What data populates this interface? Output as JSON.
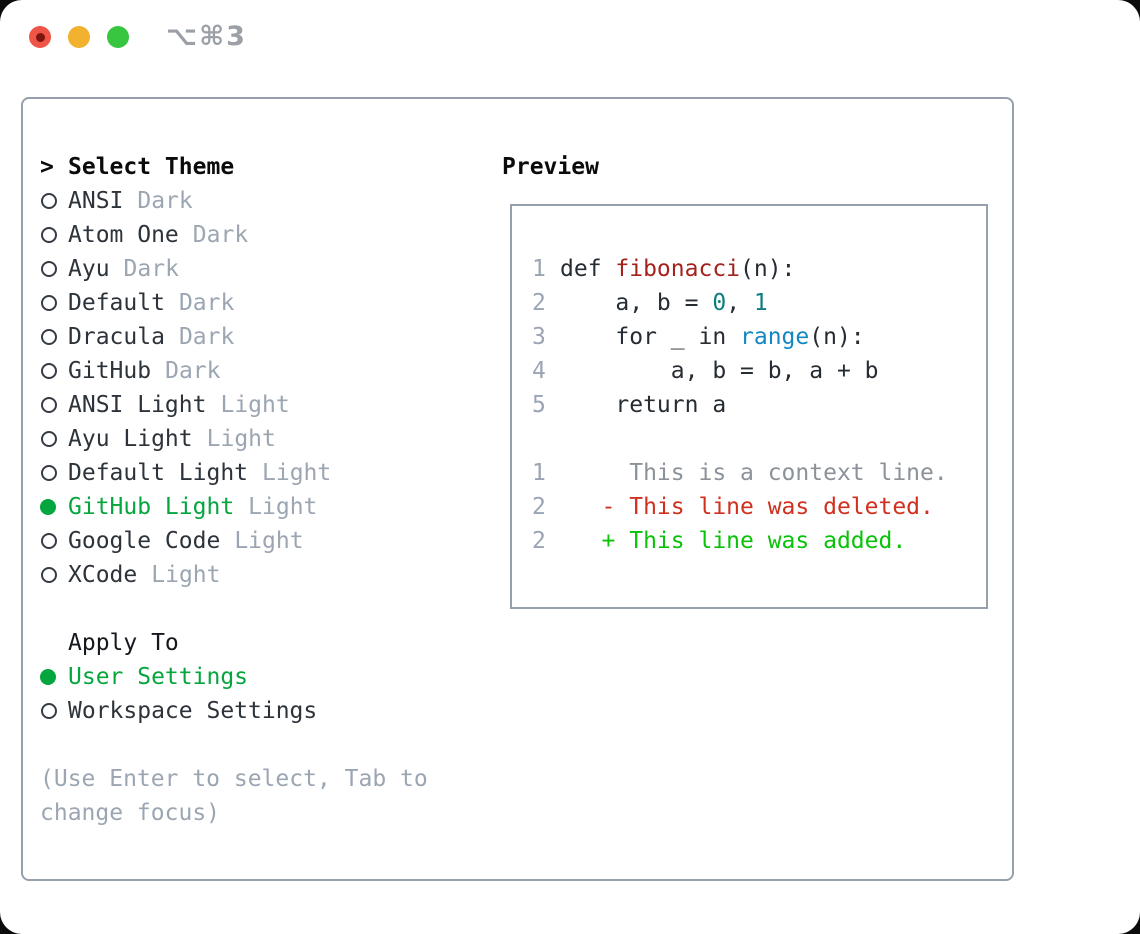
{
  "window": {
    "title": "⌥⌘3",
    "traffic_lights": [
      "close",
      "minimize",
      "zoom"
    ]
  },
  "colors": {
    "selection_green": "#06a63e",
    "muted_gray": "#9ba6b2",
    "panel_border": "#96a0ad",
    "text_primary": "#2d333a",
    "header_black": "#0b0b0b"
  },
  "picker": {
    "prompt": ">",
    "title": "Select Theme",
    "themes": [
      {
        "name": "ANSI",
        "variant": "Dark",
        "selected": false
      },
      {
        "name": "Atom One",
        "variant": "Dark",
        "selected": false
      },
      {
        "name": "Ayu",
        "variant": "Dark",
        "selected": false
      },
      {
        "name": "Default",
        "variant": "Dark",
        "selected": false
      },
      {
        "name": "Dracula",
        "variant": "Dark",
        "selected": false
      },
      {
        "name": "GitHub",
        "variant": "Dark",
        "selected": false
      },
      {
        "name": "ANSI Light",
        "variant": "Light",
        "selected": false
      },
      {
        "name": "Ayu Light",
        "variant": "Light",
        "selected": false
      },
      {
        "name": "Default Light",
        "variant": "Light",
        "selected": false
      },
      {
        "name": "GitHub Light",
        "variant": "Light",
        "selected": true
      },
      {
        "name": "Google Code",
        "variant": "Light",
        "selected": false
      },
      {
        "name": "XCode",
        "variant": "Light",
        "selected": false
      }
    ],
    "apply_to": {
      "title": "Apply To",
      "options": [
        {
          "label": "User Settings",
          "selected": true
        },
        {
          "label": "Workspace Settings",
          "selected": false
        }
      ]
    },
    "hint": "(Use Enter to select, Tab to change focus)"
  },
  "preview": {
    "title": "Preview",
    "token_colors": {
      "plain": "#262c33",
      "function": "#a3231c",
      "number": "#0e7e81",
      "builtin": "#1287c2",
      "lineno": "#9aa4b4",
      "context": "#8b9299",
      "deleted": "#d0301e",
      "added": "#0ac20a"
    },
    "lines": [
      {
        "no": "1",
        "tokens": [
          [
            "def ",
            "plain"
          ],
          [
            "fibonacci",
            "function"
          ],
          [
            "(n):",
            "plain"
          ]
        ]
      },
      {
        "no": "2",
        "tokens": [
          [
            "    a, b = ",
            "plain"
          ],
          [
            "0",
            "number"
          ],
          [
            ", ",
            "plain"
          ],
          [
            "1",
            "number"
          ]
        ]
      },
      {
        "no": "3",
        "tokens": [
          [
            "    for _ in ",
            "plain"
          ],
          [
            "range",
            "builtin"
          ],
          [
            "(n):",
            "plain"
          ]
        ]
      },
      {
        "no": "4",
        "tokens": [
          [
            "        a, b = b, a + b",
            "plain"
          ]
        ]
      },
      {
        "no": "5",
        "tokens": [
          [
            "    return a",
            "plain"
          ]
        ]
      },
      {
        "no": "",
        "tokens": []
      },
      {
        "no": "1",
        "tokens": [
          [
            "     This is a context line.",
            "context"
          ]
        ]
      },
      {
        "no": "2",
        "tokens": [
          [
            "   - This line was deleted.",
            "deleted"
          ]
        ]
      },
      {
        "no": "2",
        "tokens": [
          [
            "   + This line was added.",
            "added"
          ]
        ]
      }
    ]
  }
}
